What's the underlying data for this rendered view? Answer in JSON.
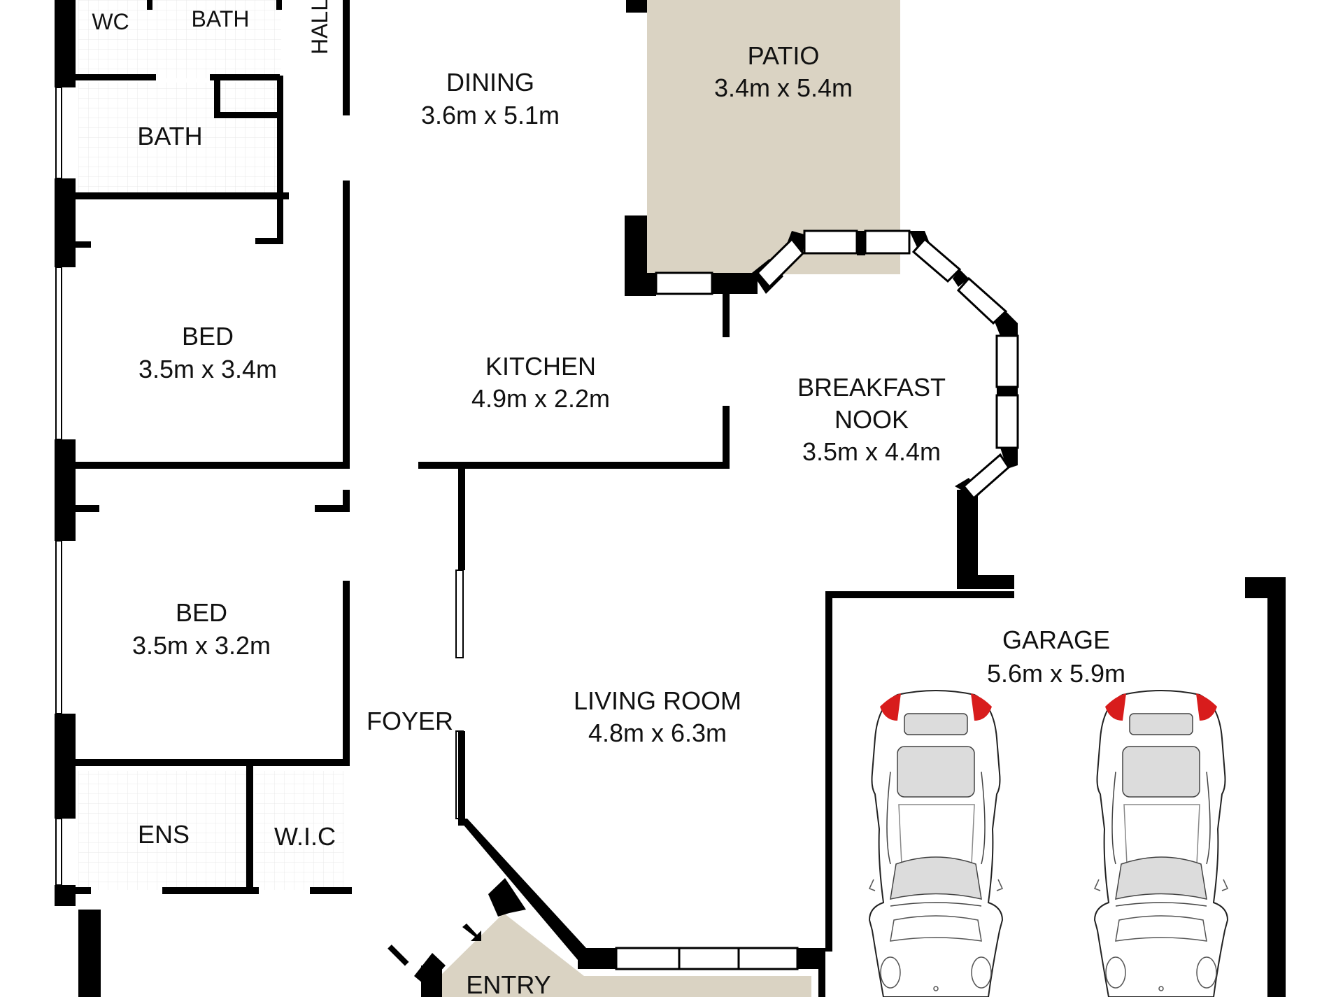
{
  "colors": {
    "wall": "#000000",
    "patio_fill": "#dad3c3",
    "entry_fill": "#dad3c3",
    "floor_tile": "#e6e6e6",
    "window_fill": "#ffffff",
    "tail_light": "#d81c1c",
    "car_glass": "#dcdcdc"
  },
  "rooms": {
    "wc": {
      "name": "WC"
    },
    "bath_top": {
      "name": "BATH"
    },
    "hall": {
      "name": "HALL"
    },
    "bath": {
      "name": "BATH"
    },
    "dining": {
      "name": "DINING",
      "size": "3.6m x 5.1m"
    },
    "patio": {
      "name": "PATIO",
      "size": "3.4m x 5.4m"
    },
    "bed1": {
      "name": "BED",
      "size": "3.5m x 3.4m"
    },
    "kitchen": {
      "name": "KITCHEN",
      "size": "4.9m x 2.2m"
    },
    "breakfast": {
      "name_line1": "BREAKFAST",
      "name_line2": "NOOK",
      "size": "3.5m x 4.4m"
    },
    "bed2": {
      "name": "BED",
      "size": "3.5m x 3.2m"
    },
    "garage": {
      "name": "GARAGE",
      "size": "5.6m x 5.9m"
    },
    "living": {
      "name": "LIVING ROOM",
      "size": "4.8m x 6.3m"
    },
    "foyer": {
      "name": "FOYER"
    },
    "ens": {
      "name": "ENS"
    },
    "wic": {
      "name": "W.I.C"
    },
    "entry": {
      "name": "ENTRY"
    }
  },
  "icons": [
    "car-icon",
    "entry-arrow-icon"
  ]
}
